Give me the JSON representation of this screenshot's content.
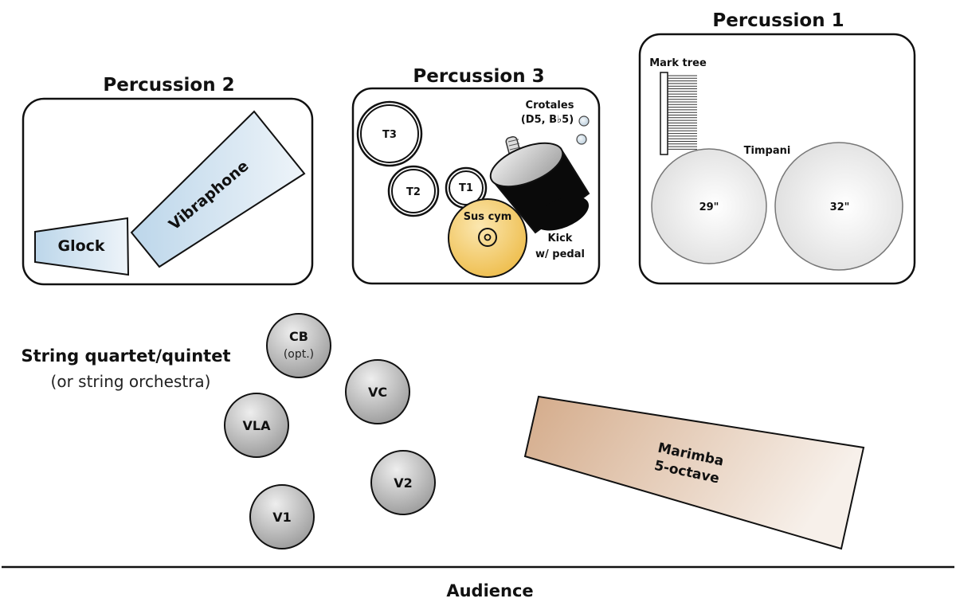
{
  "diagram": {
    "title": "Stage setup",
    "audience_label": "Audience",
    "percussion_2": {
      "title": "Percussion 2",
      "instruments": [
        {
          "id": "glock",
          "label": "Glock"
        },
        {
          "id": "vibraphone",
          "label": "Vibraphone"
        }
      ]
    },
    "percussion_3": {
      "title": "Percussion 3",
      "toms": [
        "T3",
        "T2",
        "T1"
      ],
      "crotales_line1": "Crotales",
      "crotales_line2": "(D5, B♭5)",
      "sus_cym": "Sus cym",
      "kick_line1": "Kick",
      "kick_line2": "w/ pedal"
    },
    "percussion_1": {
      "title": "Percussion 1",
      "mark_tree": "Mark tree",
      "timpani": "Timpani",
      "timpani_sizes": [
        "29\"",
        "32\""
      ]
    },
    "strings": {
      "heading": "String quartet/quintet",
      "subheading": "(or string orchestra)",
      "players": [
        {
          "id": "cb",
          "label": "CB",
          "sub": "(opt.)"
        },
        {
          "id": "vc",
          "label": "VC"
        },
        {
          "id": "vla",
          "label": "VLA"
        },
        {
          "id": "v2",
          "label": "V2"
        },
        {
          "id": "v1",
          "label": "V1"
        }
      ]
    },
    "marimba": {
      "line1": "Marimba",
      "line2": "5-octave"
    },
    "colors": {
      "mallet_blue": "#c7dcec",
      "cymbal_gold": "#f2c75c",
      "string_gray": "#b8b8b8",
      "marimba_tan": "#dcb79a",
      "timpani_gray": "#e6e6e6"
    }
  }
}
